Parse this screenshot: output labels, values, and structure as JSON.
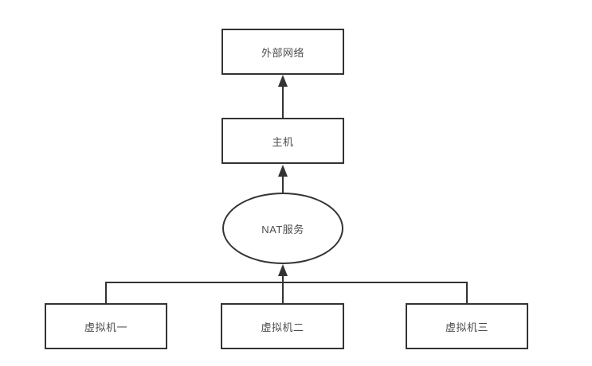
{
  "diagram": {
    "background_color": "#ffffff",
    "stroke_color": "#333333",
    "text_color": "#4d4d4d",
    "nodes": {
      "external_network": {
        "label": "外部网络",
        "shape": "rectangle"
      },
      "host": {
        "label": "主机",
        "shape": "rectangle"
      },
      "nat_service": {
        "label": "NAT服务",
        "shape": "ellipse"
      },
      "vm1": {
        "label": "虚拟机一",
        "shape": "rectangle"
      },
      "vm2": {
        "label": "虚拟机二",
        "shape": "rectangle"
      },
      "vm3": {
        "label": "虚拟机三",
        "shape": "rectangle"
      }
    },
    "edges": [
      {
        "from": "host",
        "to": "external_network",
        "arrow": "up"
      },
      {
        "from": "nat_service",
        "to": "host",
        "arrow": "up"
      },
      {
        "from": "vm1",
        "to": "nat_service",
        "arrow": "up"
      },
      {
        "from": "vm2",
        "to": "nat_service",
        "arrow": "up"
      },
      {
        "from": "vm3",
        "to": "nat_service",
        "arrow": "up"
      }
    ]
  }
}
